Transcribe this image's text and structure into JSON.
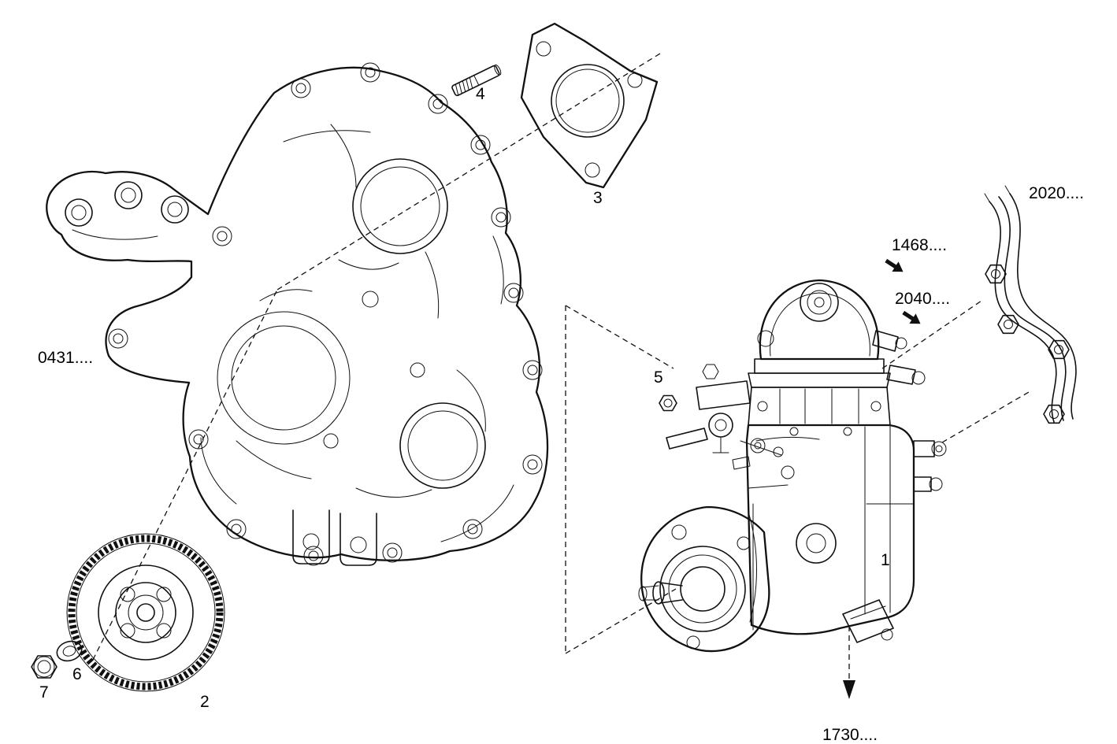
{
  "figure": {
    "background": "#ffffff",
    "ink": "#111111"
  },
  "callouts": {
    "c1": "1",
    "c2": "2",
    "c3": "3",
    "c4": "4",
    "c5": "5",
    "c6": "6",
    "c7": "7"
  },
  "refs": {
    "r0431": "0431....",
    "r1468": "1468....",
    "r2040": "2040....",
    "r2020": "2020....",
    "r1730": "1730...."
  }
}
